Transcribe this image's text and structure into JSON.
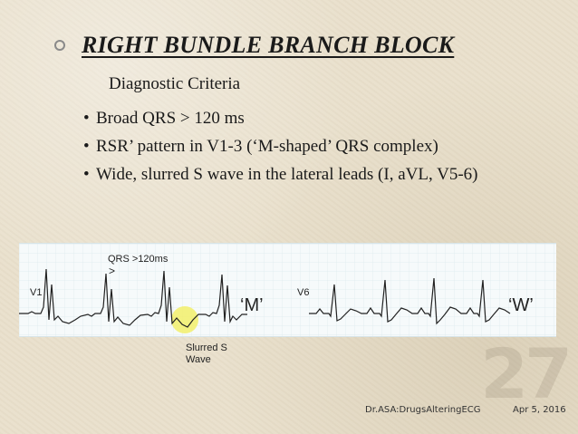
{
  "slide": {
    "title": "RIGHT BUNDLE BRANCH BLOCK",
    "subheading": "Diagnostic Criteria",
    "criteria": [
      "Broad QRS > 120 ms",
      "RSR’ pattern in V1-3 (‘M-shaped’ QRS complex)",
      "Wide, slurred S wave in the lateral leads (I, aVL, V5-6)"
    ],
    "bullet_char": "•",
    "page_number": "27"
  },
  "figure": {
    "annotation_qrs": "QRS >120ms",
    "annotation_arrow": ">",
    "annotation_slurred": [
      "Slurred S",
      "Wave"
    ],
    "lead_v1": "V1",
    "lead_v6": "V6",
    "label_m": "‘M’",
    "label_w": "‘W’"
  },
  "footer": {
    "author": "Dr.ASA:DrugsAlteringECG",
    "date": "Apr 5, 2016"
  },
  "colors": {
    "background": "#e9e0cc",
    "ecg_trace": "#222222",
    "highlight": "#f2ee6a",
    "page_number_watermark": "#968c78"
  },
  "icons": [
    "bullet-ring-icon"
  ]
}
